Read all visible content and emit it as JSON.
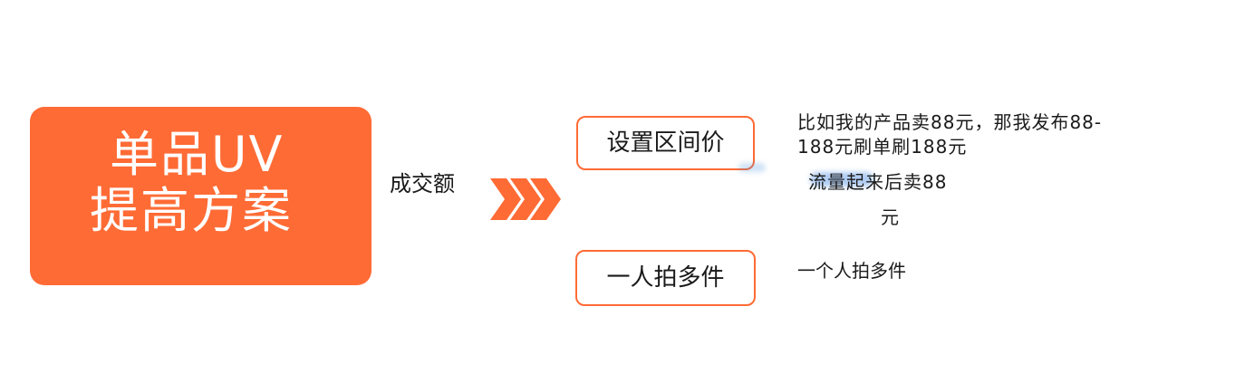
{
  "title": {
    "line1": "单品UV",
    "line2": "提高方案"
  },
  "middle_label": "成交额",
  "options": [
    {
      "label": "设置区间价",
      "description": [
        "比如我的产品卖88元，那我发布88-",
        "188元刷单刷188元",
        "流量起来后卖88",
        "元"
      ]
    },
    {
      "label": "一人拍多件",
      "description": [
        "一个人拍多件"
      ]
    }
  ],
  "colors": {
    "accent": "#ff6b35",
    "title_text": "#ffffff",
    "body_text": "#1a1a1a",
    "arrow": "#ff6b35"
  },
  "icons": {
    "arrows": "triple-chevron-right-icon"
  }
}
